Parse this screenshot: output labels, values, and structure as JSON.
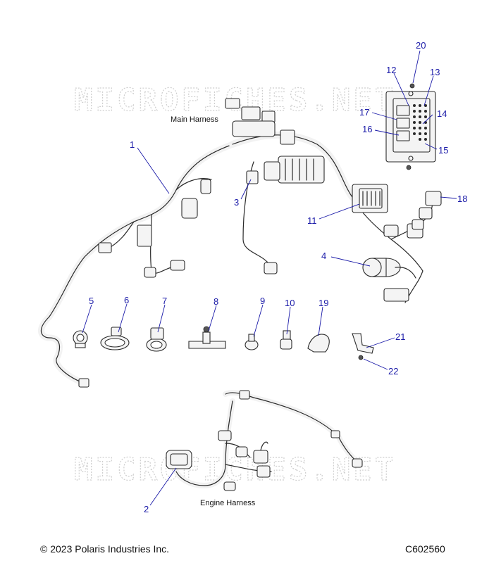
{
  "watermarks": [
    "MICROFICHES.NET",
    "MICROFICHES.NET"
  ],
  "labels": {
    "main_harness": "Main Harness",
    "engine_harness": "Engine Harness"
  },
  "callouts": [
    "1",
    "2",
    "3",
    "4",
    "5",
    "6",
    "7",
    "8",
    "9",
    "10",
    "11",
    "12",
    "13",
    "14",
    "15",
    "16",
    "17",
    "18",
    "19",
    "20",
    "21",
    "22"
  ],
  "footer": {
    "copyright": "© 2023 Polaris Industries Inc.",
    "figure_code": "C602560"
  },
  "colors": {
    "callout": "#1a1aa8",
    "line": "#2a2a2a",
    "watermark": "#cfcfcf"
  }
}
